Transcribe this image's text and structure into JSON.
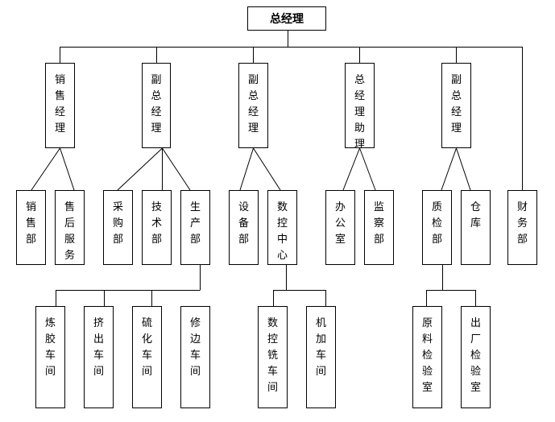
{
  "root": "总经理",
  "level1": [
    "销售经理",
    "副总经理",
    "副总经理",
    "总经理助理",
    "副总经理"
  ],
  "level2": {
    "sales": [
      "销售部",
      "售后服务"
    ],
    "vp1": [
      "采购部",
      "技术部",
      "生产部"
    ],
    "vp2": [
      "设备部",
      "数控中心"
    ],
    "assistant": [
      "办公室",
      "监察部"
    ],
    "vp3": [
      "质检部",
      "仓库"
    ],
    "finance": "财务部"
  },
  "level3": {
    "production": [
      "炼胶车间",
      "挤出车间",
      "硫化车间",
      "修边车间"
    ],
    "cnc": [
      "数控铣车间",
      "机加车间"
    ],
    "qc": [
      "原料检验室",
      "出厂检验室"
    ]
  }
}
